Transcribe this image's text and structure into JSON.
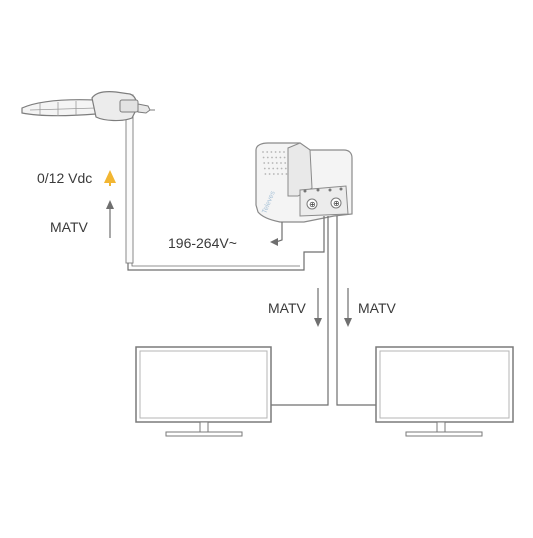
{
  "labels": {
    "voltage_dc": "0/12 Vdc",
    "matv_up": "MATV",
    "mains": "196-264V~",
    "matv_down_left": "MATV",
    "matv_down_right": "MATV"
  },
  "brand": "Televes",
  "colors": {
    "line": "#6f6f6f",
    "outline": "#8a8a8a",
    "device_fill": "#f4f4f4",
    "accent_arrow": "#f2b632",
    "brand": "#a9c3d8"
  }
}
